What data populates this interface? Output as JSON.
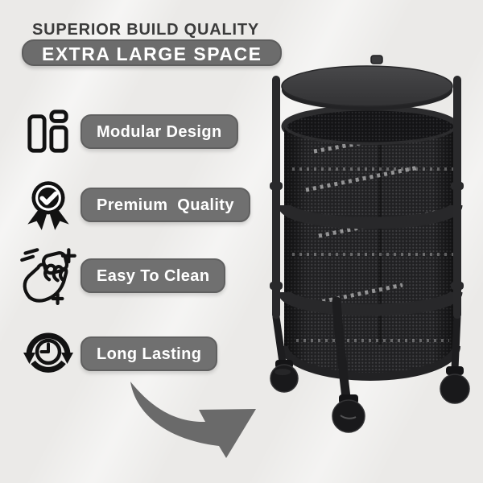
{
  "page": {
    "background_color": "#ebeae8",
    "text_dark_color": "#3b3b3b",
    "pill_color": "#707070",
    "banner_color": "#6c6c6c",
    "product_color": "#232325",
    "arrow_color": "#6a6a6a"
  },
  "header": {
    "title": "SUPERIOR BUILD QUALITY",
    "banner_label": "EXTRA LARGE SPACE"
  },
  "features": [
    {
      "icon": "modular-layout-icon",
      "label": "Modular Design"
    },
    {
      "icon": "medal-check-icon",
      "label": "Premium  Quality"
    },
    {
      "icon": "wiping-hand-icon",
      "label": "Easy To Clean"
    },
    {
      "icon": "clock-cycle-icon",
      "label": "Long Lasting"
    }
  ],
  "product": {
    "description": "black round 3-tier rotating mesh basket trolley with flat top lid, side poles and caster wheels",
    "tier_count": 3,
    "visible_wheel_count": 3
  },
  "arrow": {
    "icon": "curved-arrow-icon"
  }
}
